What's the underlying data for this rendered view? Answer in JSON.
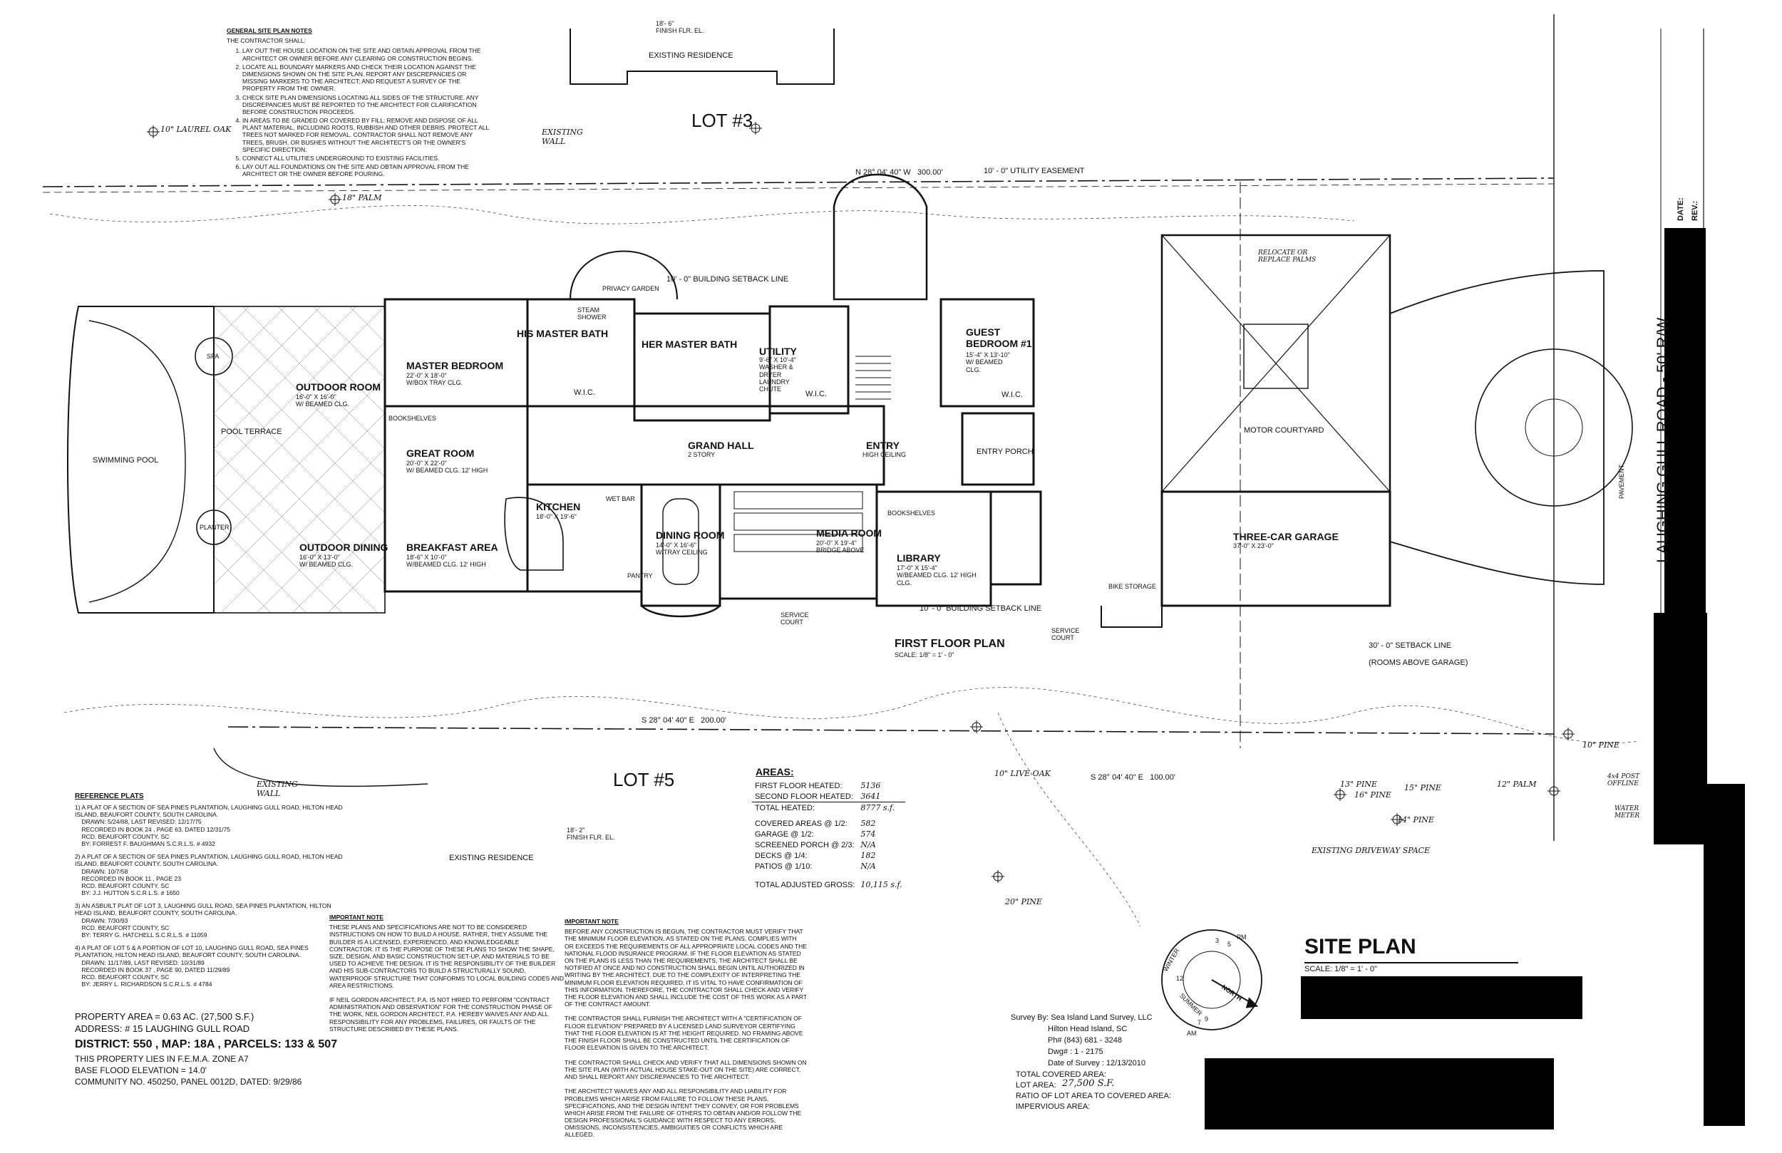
{
  "general_notes": {
    "title": "GENERAL SITE PLAN NOTES",
    "intro": "THE CONTRACTOR SHALL:",
    "items": [
      "LAY OUT THE HOUSE LOCATION ON THE SITE AND OBTAIN APPROVAL FROM THE ARCHITECT OR OWNER BEFORE ANY CLEARING OR CONSTRUCTION BEGINS.",
      "LOCATE ALL BOUNDARY MARKERS AND CHECK THEIR LOCATION AGAINST THE DIMENSIONS SHOWN ON THE SITE PLAN. REPORT ANY DISCREPANCIES OR MISSING MARKERS TO THE ARCHITECT; AND REQUEST A SURVEY OF THE PROPERTY FROM THE OWNER.",
      "CHECK SITE PLAN DIMENSIONS LOCATING ALL SIDES OF THE STRUCTURE. ANY DISCREPANCIES MUST BE REPORTED TO THE ARCHITECT FOR CLARIFICATION BEFORE CONSTRUCTION PROCEEDS.",
      "IN AREAS TO BE GRADED OR COVERED BY FILL; REMOVE AND DISPOSE OF ALL PLANT MATERIAL, INCLUDING ROOTS, RUBBISH AND OTHER DEBRIS. PROTECT ALL TREES NOT MARKED FOR REMOVAL. CONTRACTOR SHALL NOT REMOVE ANY TREES, BRUSH, OR BUSHES WITHOUT THE ARCHITECT'S OR THE OWNER'S SPECIFIC DIRECTION.",
      "CONNECT ALL UTILITIES UNDERGROUND TO EXISTING FACILITIES.",
      "LAY OUT ALL FOUNDATIONS ON THE SITE AND OBTAIN APPROVAL FROM THE ARCHITECT OR THE OWNER BEFORE POURING."
    ]
  },
  "site": {
    "existing_residence_top": "EXISTING RESIDENCE",
    "existing_residence_bottom": "EXISTING RESIDENCE",
    "lot_top": "LOT #3",
    "lot_bottom": "LOT #5",
    "bearing_top": "N 28° 04' 40\" W   300.00'",
    "bearing_bottom_left": "S 28° 04' 40\" E   200.00'",
    "bearing_bottom_right": "S 28° 04' 40\" E   100.00'",
    "utility_easement": "10' - 0\" UTILITY EASEMENT",
    "building_setback_top": "10' - 0\" BUILDING SETBACK LINE",
    "building_setback_bottom": "10' - 0\" BUILDING SETBACK LINE",
    "setback_line": "30' - 0\" SETBACK LINE",
    "rooms_above_garage": "(ROOMS ABOVE GARAGE)",
    "road": "LAUGHING GULL ROAD - 50' R/W",
    "finish_flr_top": "18'- 6\"\nFINISH FLR. EL.",
    "finish_flr_bottom": "18'- 2\"\nFINISH FLR. EL.",
    "existing_wall": "EXISTING\nWALL",
    "existing_driveway": "EXISTING DRIVEWAY SPACE",
    "pavement": "PAVEMENT",
    "water_meter": "WATER\nMETER",
    "post_offline": "4x4 POST\nOFFLINE",
    "relocate_palm": "RELOCATE OR\nREPLACE PALMS"
  },
  "rooms": {
    "outdoor_room": "OUTDOOR ROOM",
    "outdoor_room_dim": "16'-0\" X 16'-0\"\nW/ BEAMED CLG.",
    "pool_terrace": "POOL TERRACE",
    "swimming_pool": "SWIMMING POOL",
    "spa": "SPA",
    "planter": "PLANTER",
    "outdoor_dining": "OUTDOOR DINING",
    "outdoor_dining_dim": "16'-0\" X 13'-0\"\nW/ BEAMED CLG.",
    "master_bedroom": "MASTER BEDROOM",
    "master_bedroom_dim": "22'-0\" X 18'-0\"\nW/BOX TRAY CLG.",
    "his_bath": "HIS MASTER BATH",
    "her_bath": "HER MASTER BATH",
    "steam_shower": "STEAM\nSHOWER",
    "privacy_garden": "PRIVACY GARDEN",
    "utility": "UTILITY",
    "utility_dim": "9'-6\" X 10'-4\"\nWASHER &\nDRYER\nLAUNDRY\nCHUTE",
    "guest_bedroom": "GUEST\nBEDROOM #1",
    "guest_bedroom_dim": "15'-4\" X 13'-10\"\nW/ BEAMED\nCLG.",
    "wic": "W.I.C.",
    "grand_hall": "GRAND HALL",
    "grand_hall_sub": "2 STORY",
    "entry": "ENTRY",
    "entry_sub": "HIGH CEILING",
    "entry_porch": "ENTRY PORCH",
    "great_room": "GREAT ROOM",
    "great_room_dim": "20'-0\" X 22'-0\"\nW/ BEAMED CLG. 12' HIGH",
    "kitchen": "KITCHEN",
    "kitchen_dim": "18'-0\" X 19'-6\"",
    "breakfast_area": "BREAKFAST AREA",
    "breakfast_dim": "18'-6\" X 10'-0\"\nW/BEAMED CLG. 12' HIGH",
    "dining_room": "DINING ROOM",
    "dining_dim": "14'-0\" X 16'-6\"\nW/TRAY CEILING",
    "media_room": "MEDIA ROOM",
    "media_dim": "20'-0\" X 19'-4\"\nBRIDGE ABOVE",
    "library": "LIBRARY",
    "library_dim": "17'-0\" X 15'-4\"\nW/BEAMED CLG. 12' HIGH\nCLG.",
    "motor_courtyard": "MOTOR COURTYARD",
    "garage": "THREE-CAR GARAGE",
    "garage_dim": "37'-0\" X 23'-0\"",
    "bike_storage": "BIKE STORAGE",
    "service_court": "SERVICE\nCOURT",
    "pantry": "PANTRY",
    "wet_bar": "WET BAR",
    "bookshelves": "BOOKSHELVES",
    "first_floor_plan": "FIRST FLOOR PLAN",
    "first_floor_scale": "SCALE: 1/8\" = 1' - 0\""
  },
  "areas": {
    "title": "AREAS:",
    "rows": [
      {
        "label": "FIRST FLOOR HEATED:",
        "value": "5136"
      },
      {
        "label": "SECOND FLOOR HEATED:",
        "value": "3641"
      },
      {
        "label": "TOTAL HEATED:",
        "value": "8777 s.f."
      },
      {
        "label": "COVERED AREAS @ 1/2:",
        "value": "582"
      },
      {
        "label": "GARAGE @ 1/2:",
        "value": "574"
      },
      {
        "label": "SCREENED PORCH @ 2/3:",
        "value": "N/A"
      },
      {
        "label": "DECKS @ 1/4:",
        "value": "182"
      },
      {
        "label": "PATIOS @ 1/10:",
        "value": "N/A"
      }
    ],
    "total_label": "TOTAL ADJUSTED GROSS:",
    "total_value": "10,115 s.f."
  },
  "reference": {
    "title": "REFERENCE PLATS",
    "items": [
      "1) A PLAT OF A SECTION OF SEA PINES PLANTATION, LAUGHING GULL ROAD, HILTON HEAD ISLAND, BEAUFORT COUNTY, SOUTH CAROLINA.\n    DRAWN: 5/24/68, LAST REVISED: 12/17/75\n    RECORDED IN BOOK 24 , PAGE 63, DATED 12/31/75\n    RCD. BEAUFORT COUNTY, SC\n    BY: FORREST F. BAUGHMAN S.C.R.L.S. # 4932",
      "2) A PLAT OF A SECTION OF SEA PINES PLANTATION, LAUGHING GULL ROAD, HILTON HEAD ISLAND, BEAUFORT COUNTY, SOUTH CAROLINA.\n    DRAWN: 10/7/58\n    RECORDED IN BOOK 11 , PAGE 23\n    RCD. BEAUFORT COUNTY, SC\n    BY: J.J. HUTTON S.C.R.L.S. # 1650",
      "3) AN ASBUILT PLAT OF LOT 3, LAUGHING GULL ROAD, SEA PINES PLANTATION, HILTON HEAD ISLAND, BEAUFORT COUNTY, SOUTH CAROLINA.\n    DRAWN: 7/30/93\n    RCD. BEAUFORT COUNTY, SC\n    BY: TERRY G. HATCHELL S.C.R.L.S. # 11059",
      "4) A PLAT OF LOT 5 & A PORTION OF LOT 10, LAUGHING GULL ROAD, SEA PINES PLANTATION, HILTON HEAD ISLAND, BEAUFORT COUNTY, SOUTH CAROLINA.\n    DRAWN: 11/17/89, LAST REVISED: 10/31/89\n    RECORDED IN BOOK 37 , PAGE 90, DATED 11/29/89\n    RCD. BEAUFORT COUNTY, SC\n    BY: JERRY L. RICHARDSON S.C.R.L.S. # 4784"
    ]
  },
  "property": {
    "area": "PROPERTY AREA = 0.63 AC. (27,500 S.F.)",
    "address": "ADDRESS: # 15 LAUGHING GULL ROAD",
    "district": "DISTRICT: 550 , MAP: 18A , PARCELS: 133 & 507",
    "fema": "THIS PROPERTY LIES IN F.E.M.A. ZONE A7",
    "base_flood": "BASE FLOOD ELEVATION = 14.0'",
    "community": "COMMUNITY NO. 450250, PANEL 0012D, DATED: 9/29/86"
  },
  "important_note": {
    "title": "IMPORTANT NOTE",
    "text": "THESE PLANS AND SPECIFICATIONS ARE NOT TO BE CONSIDERED INSTRUCTIONS ON HOW TO BUILD A HOUSE. RATHER, THEY ASSUME THE BUILDER IS A LICENSED, EXPERIENCED, AND KNOWLEDGEABLE CONTRACTOR. IT IS THE PURPOSE OF THESE PLANS TO SHOW THE SHAPE, SIZE, DESIGN, AND BASIC CONSTRUCTION SET-UP, AND MATERIALS TO BE USED TO ACHIEVE THE DESIGN. IT IS THE RESPONSIBILITY OF THE BUILDER AND HIS SUB-CONTRACTORS TO BUILD A STRUCTURALLY SOUND, WATERPROOF STRUCTURE THAT CONFORMS TO LOCAL BUILDING CODES AND AREA RESTRICTIONS.\n\nIF NEIL GORDON ARCHITECT, P.A. IS NOT HIRED TO PERFORM \"CONTRACT ADMINISTRATION AND OBSERVATION\" FOR THE CONSTRUCTION PHASE OF THE WORK, NEIL GORDON ARCHITECT, P.A. HEREBY WAIVES ANY AND ALL RESPONSIBILITY FOR ANY PROBLEMS, FAILURES, OR FAULTS OF THE STRUCTURE DESCRIBED BY THESE PLANS."
  },
  "important_note_2": {
    "title": "IMPORTANT NOTE",
    "text": "BEFORE ANY CONSTRUCTION IS BEGUN, THE CONTRACTOR MUST VERIFY THAT THE MINIMUM FLOOR ELEVATION, AS STATED ON THE PLANS, COMPLIES WITH OR EXCEEDS THE REQUIREMENTS OF ALL APPROPRIATE LOCAL CODES AND THE NATIONAL FLOOD INSURANCE PROGRAM. IF THE FLOOR ELEVATION AS STATED ON THE PLANS IS LESS THAN THE REQUIREMENTS, THE ARCHITECT SHALL BE NOTIFIED AT ONCE AND NO CONSTRUCTION SHALL BEGIN UNTIL AUTHORIZED IN WRITING BY THE ARCHITECT. DUE TO THE COMPLEXITY OF INTERPRETING THE MINIMUM FLOOR ELEVATION REQUIRED, IT IS VITAL TO HAVE CONFIRMATION OF THIS INFORMATION. THEREFORE, THE CONTRACTOR SHALL CHECK AND VERIFY THE FLOOR ELEVATION AND SHALL INCLUDE THE COST OF THIS WORK AS A PART OF THE CONTRACT AMOUNT.\n\nTHE CONTRACTOR SHALL FURNISH THE ARCHITECT WITH A \"CERTIFICATION OF FLOOR ELEVATION\" PREPARED BY A LICENSED LAND SURVEYOR CERTIFYING THAT THE FLOOR ELEVATION IS AT THE HEIGHT REQUIRED. NO FRAMING ABOVE THE FINISH FLOOR SHALL BE CONSTRUCTED UNTIL THE CERTIFICATION OF FLOOR ELEVATION IS GIVEN TO THE ARCHITECT.\n\nTHE CONTRACTOR SHALL CHECK AND VERIFY THAT ALL DIMENSIONS SHOWN ON THE SITE PLAN (WITH ACTUAL HOUSE STAKE-OUT ON THE SITE) ARE CORRECT, AND SHALL REPORT ANY DISCREPANCIES TO THE ARCHITECT.\n\nTHE ARCHITECT WAIVES ANY AND ALL RESPONSIBILITY AND LIABILITY FOR PROBLEMS WHICH ARISE FROM FAILURE TO FOLLOW THESE PLANS, SPECIFICATIONS, AND THE DESIGN INTENT THEY CONVEY, OR FOR PROBLEMS WHICH ARISE FROM THE FAILURE OF OTHERS TO OBTAIN AND/OR FOLLOW THE DESIGN PROFESSIONAL'S GUIDANCE WITH RESPECT TO ANY ERRORS, OMISSIONS, INCONSISTENCIES, AMBIGUITIES OR CONFLICTS WHICH ARE ALLEGED."
  },
  "survey": {
    "line1": "Survey By: Sea Island Land Survey, LLC",
    "line2": "Hilton Head Island, SC",
    "line3": "Ph# (843) 681 - 3248",
    "line4": "Dwg# : 1 - 2175",
    "line5": "Date of Survey : 12/13/2010"
  },
  "totals": {
    "covered": "TOTAL COVERED AREA:",
    "lot": "LOT AREA:",
    "lot_value": "27,500 S.F.",
    "ratio": "RATIO OF LOT AREA TO COVERED AREA:",
    "impervious": "IMPERVIOUS AREA:"
  },
  "title_block": {
    "title": "SITE PLAN",
    "scale": "SCALE: 1/8\" = 1' - 0\"",
    "date": "DATE:",
    "rev": "REV.:"
  },
  "compass": {
    "winter": "WINTER",
    "summer": "SUMMER",
    "north": "NORTH",
    "pm": "PM",
    "am": "AM",
    "h12": "12",
    "h3": "3",
    "h5": "5",
    "h7": "7",
    "h9": "9"
  },
  "trees": {
    "t1": "10\" LAUREL OAK",
    "t2": "18\" PALM",
    "t3": "10\" LIVE OAK",
    "t4": "13\" PINE",
    "t5": "15\" PINE",
    "t6": "16\" PINE",
    "t7": "12\" PALM",
    "t8": "10\" PINE",
    "t9": "20\" PINE",
    "t10": "14\" PINE"
  }
}
